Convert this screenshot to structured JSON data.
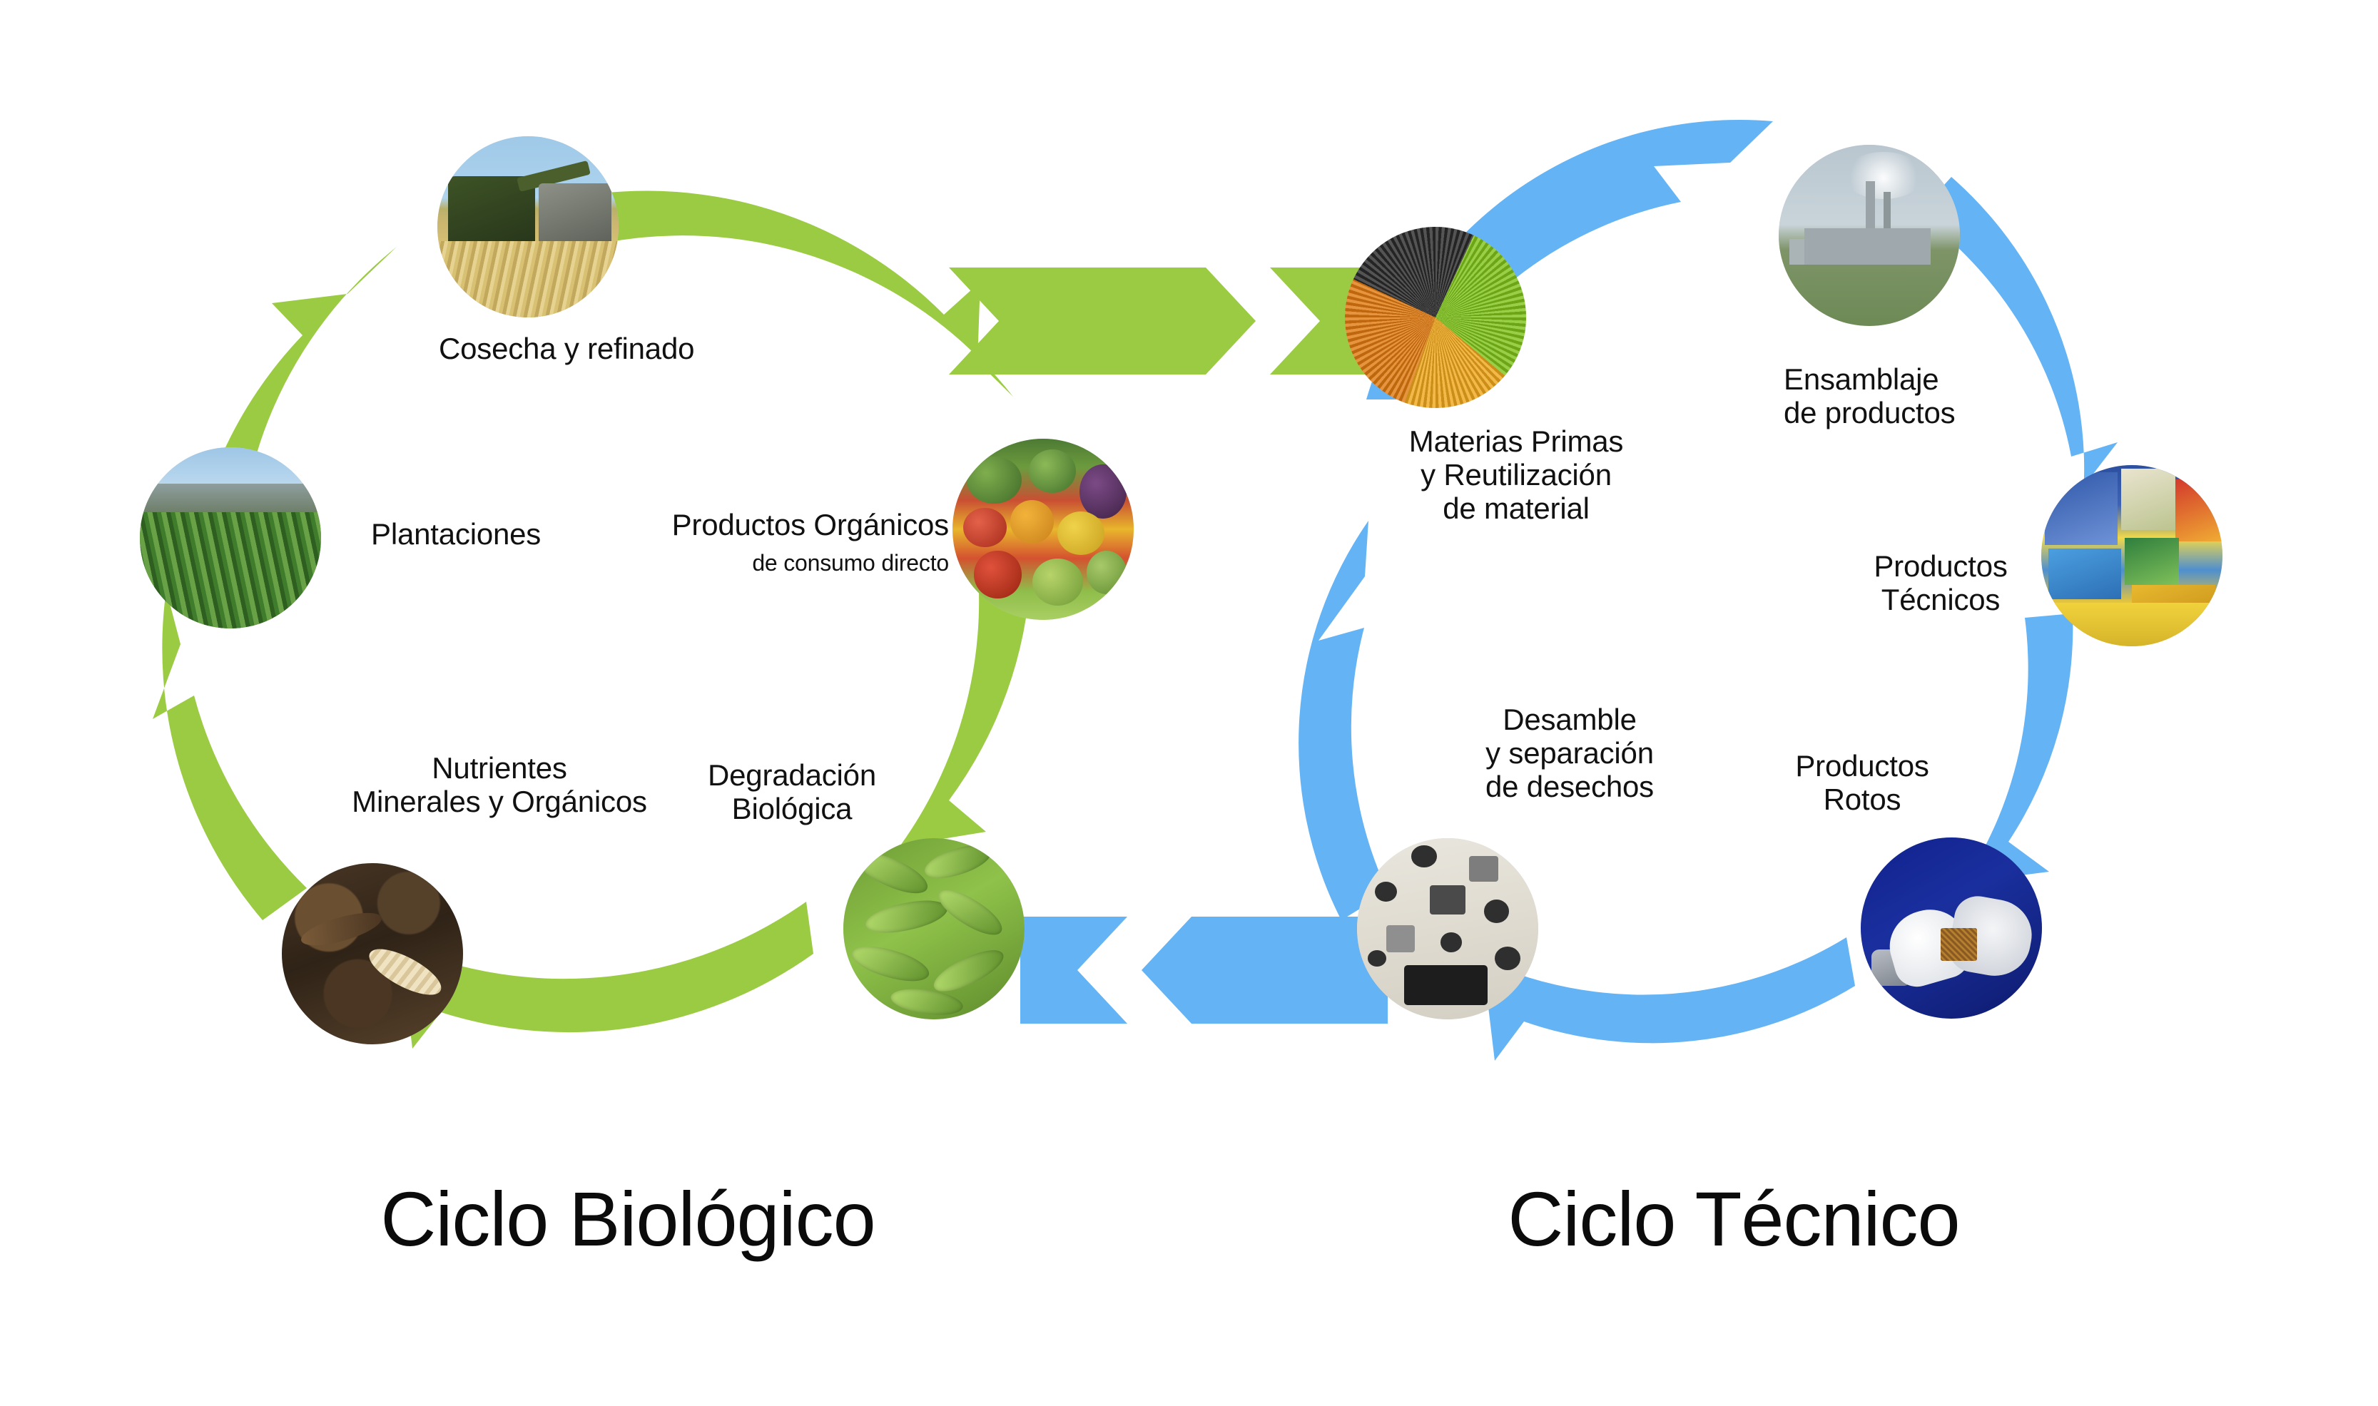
{
  "colors": {
    "biological_green": "#9ACB42",
    "technical_blue": "#63B3F5",
    "text": "#111111",
    "background": "#FFFFFF"
  },
  "titles": {
    "biological": "Ciclo Biológico",
    "technical": "Ciclo Técnico"
  },
  "biological_cycle": {
    "name": "Ciclo Biológico",
    "ring_color": "#9ACB42",
    "nodes": [
      {
        "id": "cosecha",
        "label": "Cosecha y refinado",
        "sublabel": "",
        "image": "harvest-combine-wheat-field-photo",
        "position": "top"
      },
      {
        "id": "plantaciones",
        "label": "Plantaciones",
        "sublabel": "",
        "image": "plantation-crop-rows-photo",
        "position": "left"
      },
      {
        "id": "productos-organicos",
        "label": "Productos Orgánicos",
        "sublabel": "de consumo directo",
        "image": "fruits-and-vegetables-photo",
        "position": "right"
      },
      {
        "id": "degradacion-biologica",
        "label": "Degradación\nBiológica",
        "sublabel": "",
        "image": "bacteria-microbes-photo",
        "position": "bottom-right"
      },
      {
        "id": "nutrientes",
        "label": "Nutrientes\nMinerales y Orgánicos",
        "sublabel": "",
        "image": "compost-soil-larva-photo",
        "position": "bottom-left"
      }
    ]
  },
  "technical_cycle": {
    "name": "Ciclo Técnico",
    "ring_color": "#63B3F5",
    "nodes": [
      {
        "id": "materias-primas",
        "label": "Materias Primas\ny Reutilización\nde material",
        "sublabel": "",
        "image": "plastic-pellets-photo",
        "position": "top-left"
      },
      {
        "id": "ensamblaje",
        "label": "Ensamblaje\nde productos",
        "sublabel": "",
        "image": "factory-smokestacks-photo",
        "position": "top-right"
      },
      {
        "id": "productos-tecnicos",
        "label": "Productos\nTécnicos",
        "sublabel": "",
        "image": "packaged-supermarket-products-photo",
        "position": "right"
      },
      {
        "id": "productos-rotos",
        "label": "Productos\nRotos",
        "sublabel": "",
        "image": "broken-lamp-bulb-photo",
        "position": "bottom-right"
      },
      {
        "id": "desamble",
        "label": "Desamble\ny separación\nde desechos",
        "sublabel": "",
        "image": "disassembled-camera-parts-photo",
        "position": "bottom-left"
      }
    ]
  },
  "connectors": [
    {
      "id": "top-connector",
      "from": "Ciclo Biológico",
      "to": "Ciclo Técnico",
      "color": "#9ACB42",
      "direction": "right",
      "label": ""
    },
    {
      "id": "bottom-connector",
      "from": "Ciclo Técnico",
      "to": "Ciclo Biológico",
      "color": "#63B3F5",
      "direction": "left",
      "label": ""
    }
  ]
}
